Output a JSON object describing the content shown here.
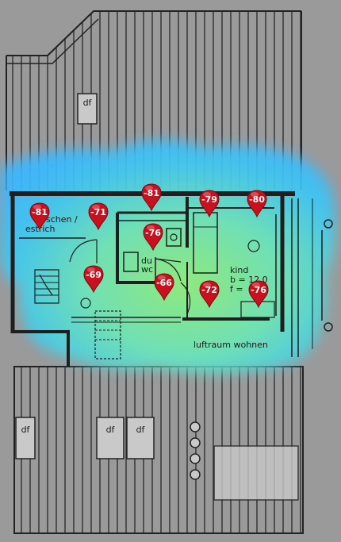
{
  "labels": {
    "df_top": "df",
    "room_a_line1": "schen /",
    "room_a_line2": "estrich",
    "du": "du",
    "wc": "wc",
    "kind": "kind",
    "b": "b = 12.0",
    "f": "f =",
    "luftraum": "luftraum wohnen",
    "df_bl": "df",
    "df_bm1": "df",
    "df_bm2": "df"
  },
  "signals": [
    {
      "id": "p1",
      "value": "-81"
    },
    {
      "id": "p2",
      "value": "-71"
    },
    {
      "id": "p3",
      "value": "-81"
    },
    {
      "id": "p4",
      "value": "-79"
    },
    {
      "id": "p5",
      "value": "-80"
    },
    {
      "id": "p6",
      "value": "-76"
    },
    {
      "id": "p7",
      "value": "-69"
    },
    {
      "id": "p8",
      "value": "-66"
    },
    {
      "id": "p9",
      "value": "-72"
    },
    {
      "id": "p10",
      "value": "-76"
    }
  ],
  "colors": {
    "background": "#9a9a9a",
    "lines": "#1f1f1f",
    "heat_blue": "#3cc6ff",
    "heat_green": "#7cf59a",
    "pin": "#c8101e"
  }
}
